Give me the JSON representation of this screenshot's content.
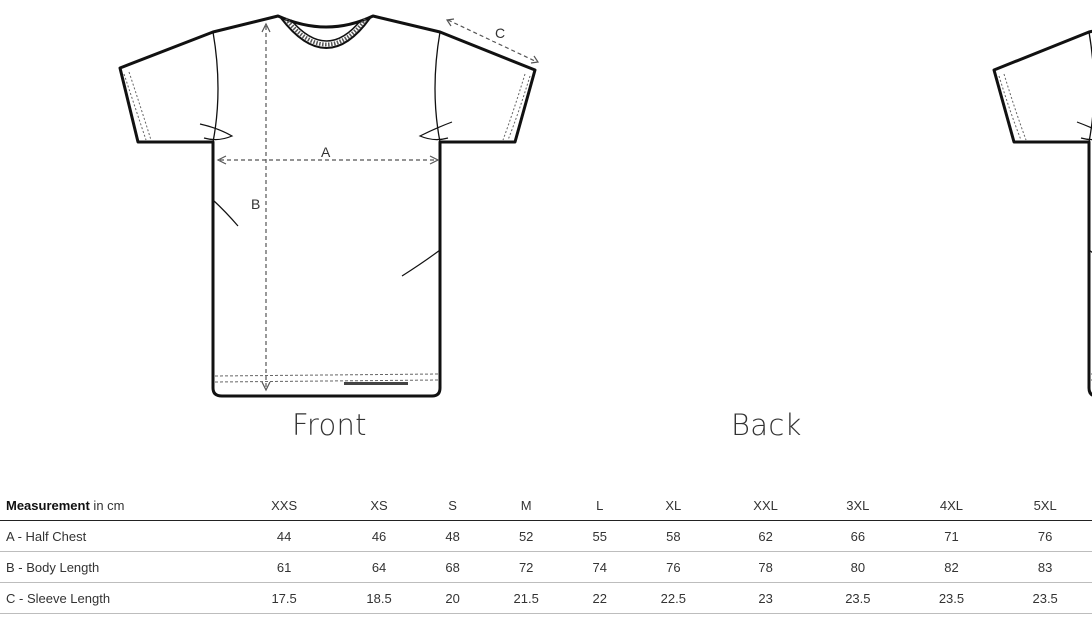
{
  "views": {
    "front": "Front",
    "back": "Back"
  },
  "dimension_markers": {
    "a": "A",
    "b": "B",
    "c": "C"
  },
  "table": {
    "header_bold": "Measurement",
    "header_unit": " in cm",
    "sizes": [
      "XXS",
      "XS",
      "S",
      "M",
      "L",
      "XL",
      "XXL",
      "3XL",
      "4XL",
      "5XL"
    ],
    "rows": [
      {
        "label": "A - Half Chest",
        "values": [
          "44",
          "46",
          "48",
          "52",
          "55",
          "58",
          "62",
          "66",
          "71",
          "76"
        ]
      },
      {
        "label": "B - Body Length",
        "values": [
          "61",
          "64",
          "68",
          "72",
          "74",
          "76",
          "78",
          "80",
          "82",
          "83"
        ]
      },
      {
        "label": "C - Sleeve Length",
        "values": [
          "17.5",
          "18.5",
          "20",
          "21.5",
          "22",
          "22.5",
          "23",
          "23.5",
          "23.5",
          "23.5"
        ]
      }
    ]
  }
}
